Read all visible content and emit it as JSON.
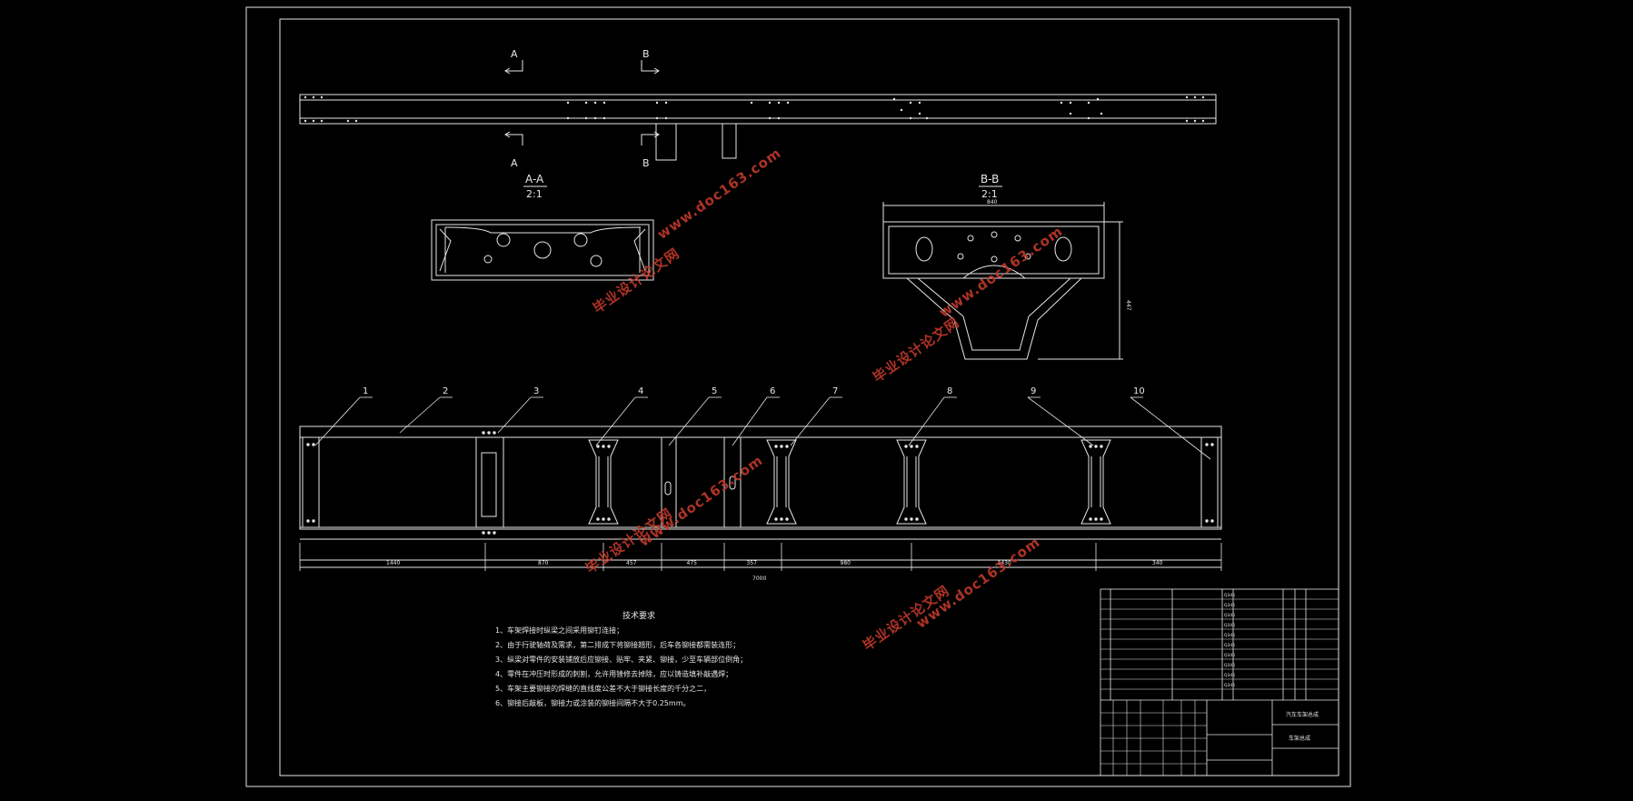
{
  "sections": {
    "section_a": {
      "cut_label": "A",
      "title": "A-A",
      "scale": "2:1"
    },
    "section_b": {
      "cut_label": "B",
      "title": "B-B",
      "scale": "2:1"
    }
  },
  "balloons": [
    "1",
    "2",
    "3",
    "4",
    "5",
    "6",
    "7",
    "8",
    "9",
    "10"
  ],
  "dimensions": {
    "segments": [
      "1440",
      "870",
      "457",
      "475",
      "357",
      "980",
      "1430",
      "340"
    ],
    "total": "7000",
    "section_b_width": "840",
    "section_b_height": "447"
  },
  "technical_requirements": {
    "title": "技术要求",
    "items": [
      "1、车架焊接时纵梁之间采用铆钉连接；",
      "2、由于行驶轴荷及需求，第二排成下将铆接翘形，后车各铆接都需装连形；",
      "3、纵梁对零件的安装铺放后应铆接、贴牢、夹紧、铆接，少至车辆部位倒角；",
      "4、零件在冲压时形成的刺割，允许用锉修去掉除，应以铸造填补敲遇焊；",
      "5、车架主要铆接的焊缝的直线度公差不大于铆接长度的千分之二，",
      "6、铆接后敲板，铆接力或涂装的铆接间隔不大于0.25mm。"
    ]
  },
  "watermarks": [
    "毕业设计论文网",
    "www.doc163.com"
  ],
  "title_block": {
    "drawing_title": "汽车车架总成",
    "part_name": "车架总成",
    "material_code": "Q345"
  }
}
